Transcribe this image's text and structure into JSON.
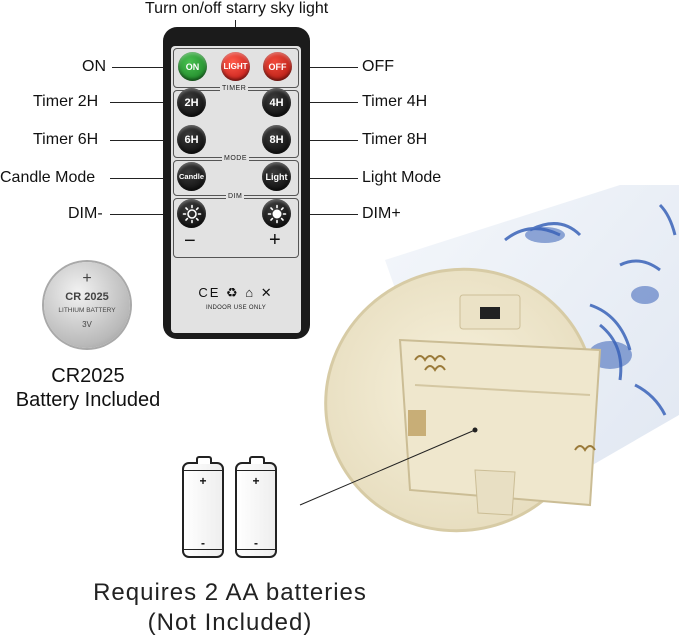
{
  "labels": {
    "top": "Turn on/off starry sky light",
    "on": "ON",
    "off": "OFF",
    "timer2": "Timer 2H",
    "timer4": "Timer 4H",
    "timer6": "Timer 6H",
    "timer8": "Timer 8H",
    "candle_mode": "Candle Mode",
    "light_mode": "Light Mode",
    "dim_minus": "DIM-",
    "dim_plus": "DIM+"
  },
  "remote": {
    "on_button": "ON",
    "light_button": "LIGHT",
    "off_button": "OFF",
    "timer_title": "TIMER",
    "btn_2h": "2H",
    "btn_4h": "4H",
    "btn_6h": "6H",
    "btn_8h": "8H",
    "mode_title": "MODE",
    "candle_button": "Candle",
    "light_mode_button": "Light",
    "dim_title": "DIM",
    "minus": "−",
    "plus": "+",
    "cert_marks": "CE ♻ ⌂ ✕",
    "indoor_text": "INDOOR USE ONLY"
  },
  "coin": {
    "plus": "+",
    "model": "CR 2025",
    "type": "LITHIUM BATTERY",
    "voltage": "3V"
  },
  "coin_caption": {
    "line1": "CR2025",
    "line2": "Battery Included"
  },
  "aa": {
    "plus": "+",
    "minus": "-"
  },
  "requirement": {
    "line1": "Requires 2 AA batteries",
    "line2": "(Not Included)"
  },
  "colors": {
    "on_green": "#1f8a2b",
    "light_red": "#d81e1e",
    "off_red": "#c4170f",
    "candle_cream": "#f3ecd3",
    "porcelain_blue": "#3a63b8"
  }
}
